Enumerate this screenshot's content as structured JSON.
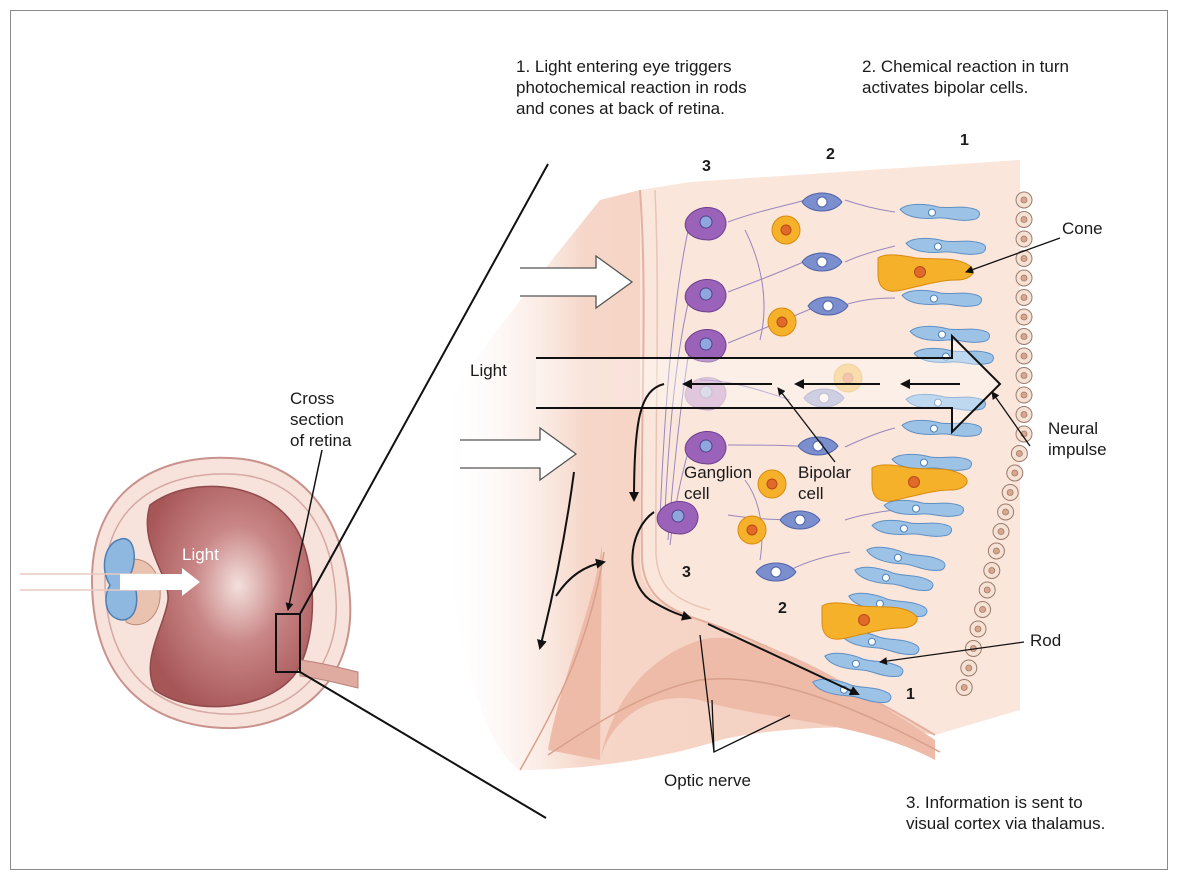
{
  "steps": {
    "step1": "1. Light entering eye triggers\nphotochemical reaction in rods\nand cones at back of retina.",
    "step2": "2. Chemical reaction in turn\nactivates bipolar cells.",
    "step3": "3. Information is sent to\nvisual cortex via thalamus."
  },
  "labels": {
    "cross_section": "Cross\nsection\nof retina",
    "eye_light": "Light",
    "retina_light": "Light",
    "cone": "Cone",
    "neural_impulse": "Neural\nimpulse",
    "ganglion_cell": "Ganglion\ncell",
    "bipolar_cell": "Bipolar\ncell",
    "rod": "Rod",
    "optic_nerve": "Optic nerve"
  },
  "layer_numbers": {
    "top_3": "3",
    "top_2": "2",
    "top_1": "1",
    "bottom_3": "3",
    "bottom_2": "2",
    "bottom_1": "1"
  },
  "colors": {
    "tissue": "#f2cbbb",
    "tissue_dark": "#e7aa96",
    "eyeball": "#b8686a",
    "lens": "#8fb8e0",
    "ganglion": "#9a62b8",
    "bipolar": "#7b8fcf",
    "rod": "#9cc3e6",
    "cone": "#f6b12a",
    "cone_nucleus": "#e06a2a"
  }
}
